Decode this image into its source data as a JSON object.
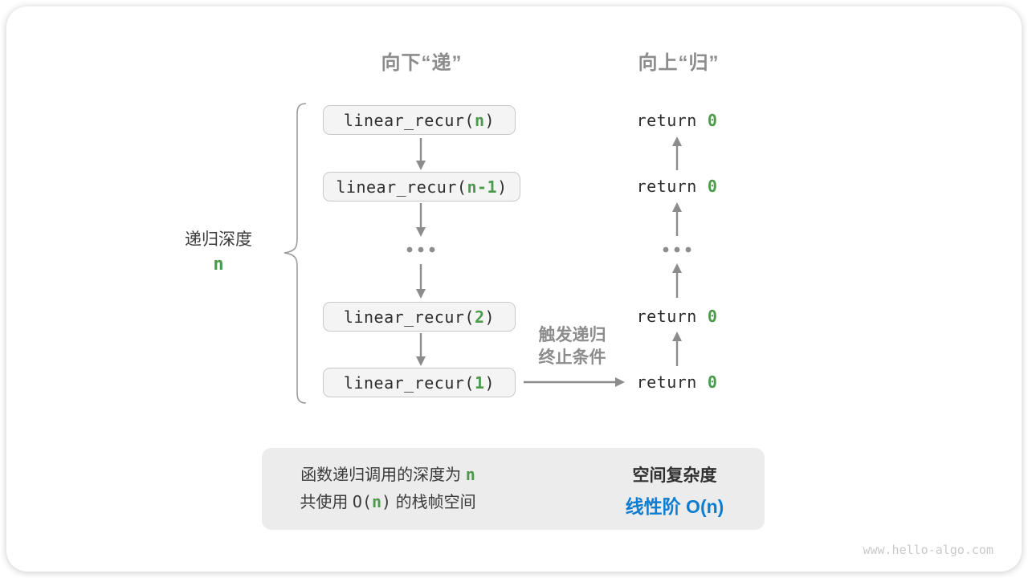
{
  "colors": {
    "green": "#4c9b4c",
    "blue": "#0d7dd1",
    "gray": "#8c8c8c"
  },
  "headers": {
    "down": "向下“递”",
    "up": "向上“归”"
  },
  "depth": {
    "label": "递归深度",
    "value": "n"
  },
  "calls": [
    {
      "prefix": "linear_recur(",
      "arg": "n",
      "suffix": ")"
    },
    {
      "prefix": "linear_recur(",
      "arg": "n-1",
      "suffix": ")"
    },
    {
      "prefix": "linear_recur(",
      "arg": "2",
      "suffix": ")"
    },
    {
      "prefix": "linear_recur(",
      "arg": "1",
      "suffix": ")"
    }
  ],
  "returns": [
    {
      "keyword": "return",
      "value": "0"
    },
    {
      "keyword": "return",
      "value": "0"
    },
    {
      "keyword": "return",
      "value": "0"
    },
    {
      "keyword": "return",
      "value": "0"
    }
  ],
  "base_case": {
    "line1": "触发递归",
    "line2": "终止条件"
  },
  "summary": {
    "line1_text": "函数递归调用的深度为 ",
    "line1_arg": "n",
    "line2_text_a": "共使用 ",
    "line2_o": "O(",
    "line2_arg": "n",
    "line2_close": ")",
    "line2_text_b": " 的栈帧空间",
    "result_title": "空间复杂度",
    "result_value": "线性阶 O(n)"
  },
  "watermark": "www.hello-algo.com"
}
